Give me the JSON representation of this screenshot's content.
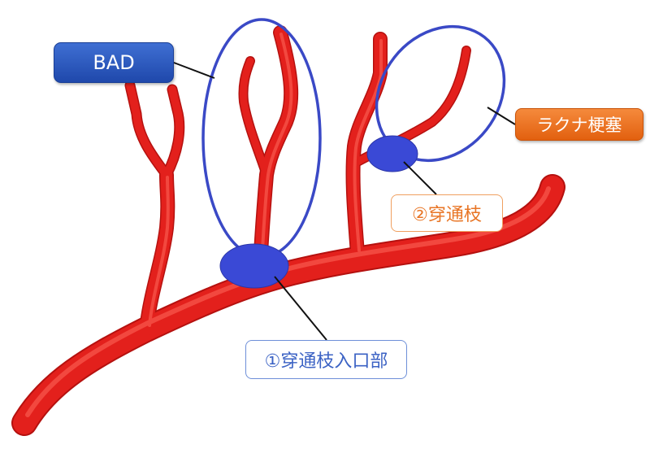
{
  "labels": {
    "bad": "BAD",
    "lacunar_infarct": "ラクナ梗塞",
    "perforator": "②穿通枝",
    "perforator_entrance": "①穿通枝入口部"
  },
  "colors": {
    "vessel": "#e3201c",
    "marker": "#3a49d6",
    "outline": "#3a49c6",
    "bad_box": "#2a56be",
    "lacunar_box": "#ed7424"
  }
}
